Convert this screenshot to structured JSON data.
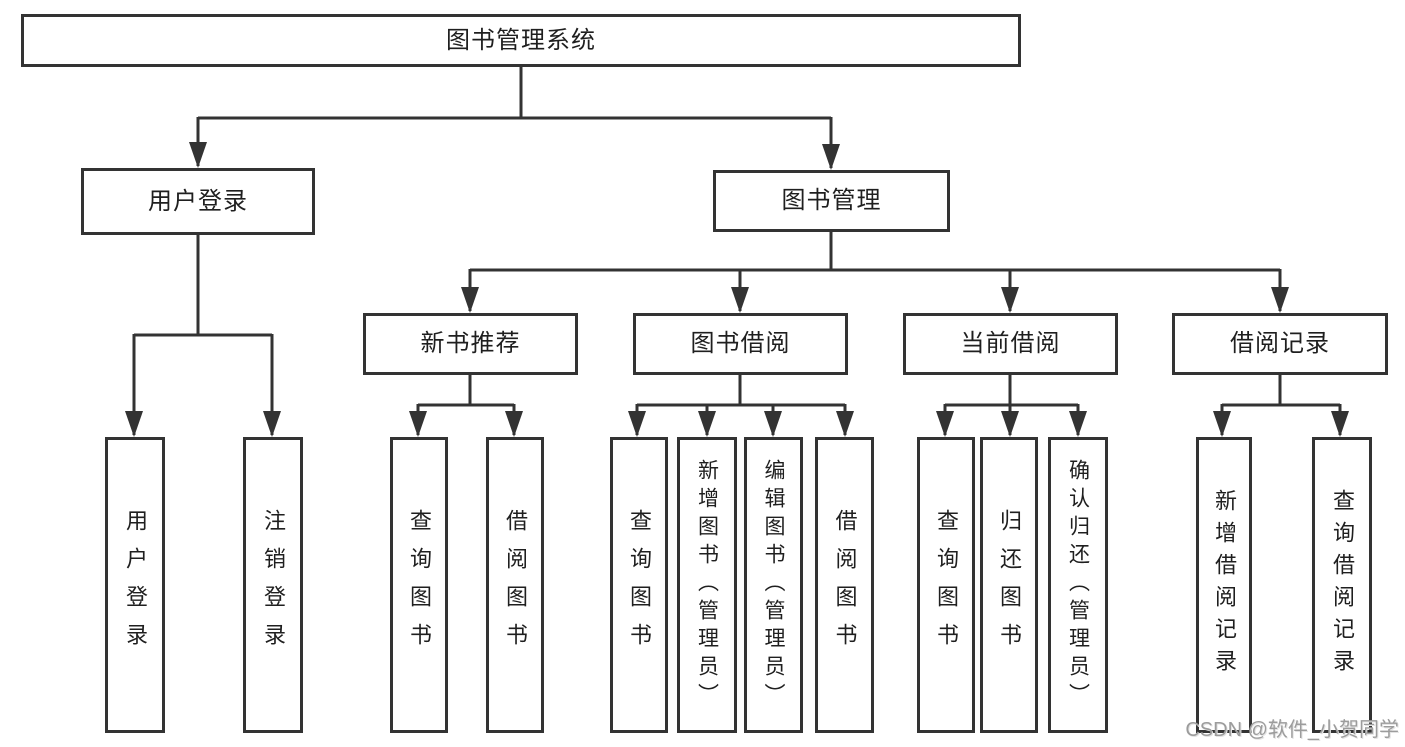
{
  "tree": {
    "root": {
      "label": "图书管理系统",
      "children": [
        {
          "label": "用户登录",
          "children": [
            {
              "label": "用户登录"
            },
            {
              "label": "注销登录"
            }
          ]
        },
        {
          "label": "图书管理",
          "children": [
            {
              "label": "新书推荐",
              "children": [
                {
                  "label": "查询图书"
                },
                {
                  "label": "借阅图书"
                }
              ]
            },
            {
              "label": "图书借阅",
              "children": [
                {
                  "label": "查询图书"
                },
                {
                  "label": "新增图书（管理员）"
                },
                {
                  "label": "编辑图书（管理员）"
                },
                {
                  "label": "借阅图书"
                }
              ]
            },
            {
              "label": "当前借阅",
              "children": [
                {
                  "label": "查询图书"
                },
                {
                  "label": "归还图书"
                },
                {
                  "label": "确认归还（管理员）"
                }
              ]
            },
            {
              "label": "借阅记录",
              "children": [
                {
                  "label": "新增借阅记录"
                },
                {
                  "label": "查询借阅记录"
                }
              ]
            }
          ]
        }
      ]
    }
  },
  "watermark": {
    "text": "CSDN @软件_小贺同学"
  },
  "colors": {
    "line": "#333333",
    "text": "#1f1f1f",
    "background": "#ffffff",
    "watermark": "#9c9c9c"
  }
}
